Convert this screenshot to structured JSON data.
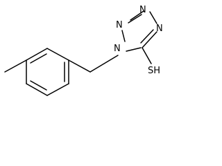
{
  "structure": {
    "atoms": {
      "n1": "N",
      "n2": "N",
      "n3": "N",
      "n4": "N",
      "sh": "SH"
    },
    "colors": {
      "bond": "#000000",
      "label": "#000000",
      "background": "#ffffff"
    }
  }
}
